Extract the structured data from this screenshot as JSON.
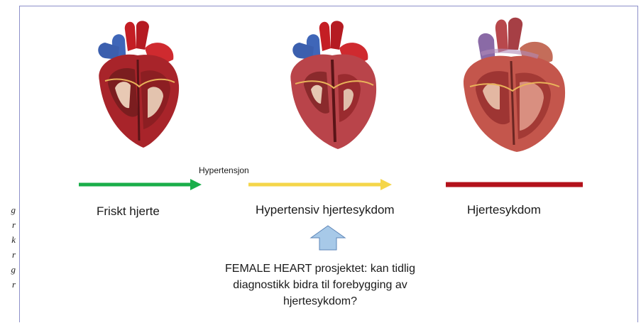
{
  "side_text_lines": [
    "g",
    "r",
    "k",
    "r",
    "g",
    "r"
  ],
  "stages": {
    "healthy": "Friskt hjerte",
    "hypertensive": "Hypertensiv hjertesykdom",
    "disease": "Hjertesykdom"
  },
  "transition_label": "Hypertensjon",
  "question_text": "FEMALE HEART prosjektet: kan tidlig diagnostikk bidra til forebygging av hjertesykdom?",
  "colors": {
    "healthy_arrow": "#1aae4a",
    "hypertensive_arrow": "#f5d64a",
    "disease_bar": "#b3121b",
    "pointer_arrow": "#a7c9e8"
  }
}
